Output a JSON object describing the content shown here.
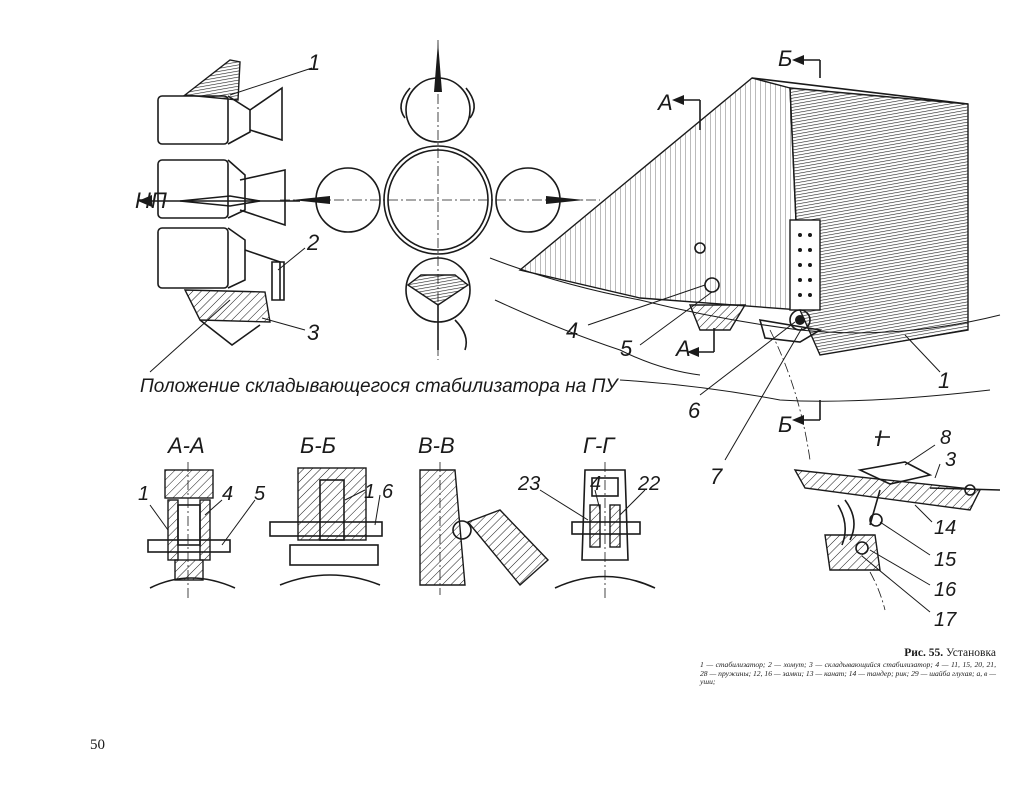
{
  "figure": {
    "labels": {
      "np": "НП",
      "a_arrow_top": "А",
      "a_arrow_bottom": "А",
      "b_arrow_top": "Б",
      "b_arrow_bottom": "Б",
      "n1_left": "1",
      "n2_left": "2",
      "n3_left": "3",
      "n4_main": "4",
      "n5_main": "5",
      "n6_main": "6",
      "n7_main": "7",
      "n1_main": "1",
      "detail_roman": "I",
      "d8": "8",
      "d3": "3",
      "d14": "14",
      "d15": "15",
      "d16": "16",
      "d17": "17"
    },
    "position_caption": "Положение складывающегося стабилизатора на ПУ",
    "sections": {
      "aa": {
        "title": "А-А",
        "n1": "1",
        "n4": "4",
        "n5": "5"
      },
      "bb": {
        "title": "Б-Б",
        "n1": "1",
        "n6": "6"
      },
      "vv": {
        "title": "В-В"
      },
      "gg": {
        "title": "Г-Г",
        "n23": "23",
        "n4": "4",
        "n22": "22"
      }
    }
  },
  "caption": {
    "prefix": "Рис. 55.",
    "title": "Установка",
    "legend": "1 — стабилизатор; 2 — хомут; 3 — складывающийся стабилизатор; 4 — 11, 15, 20, 21, 28 — пружины; 12, 16 — замки; 13 — канат; 14 — тандер; рик; 29 — шайба глухая; а, в — уши;"
  },
  "page_number": "50"
}
